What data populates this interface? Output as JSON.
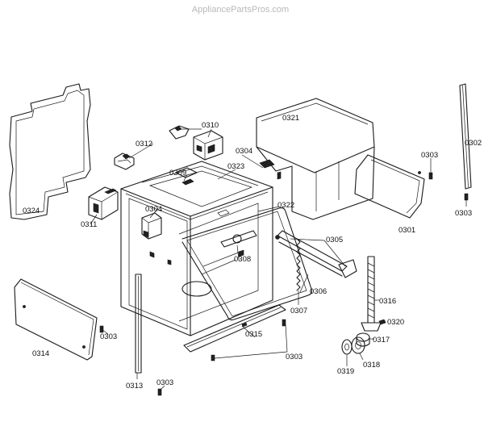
{
  "watermark": "AppliancePartsPros.com",
  "colors": {
    "line": "#1a1a1a",
    "watermark": "#b8b8b8",
    "background": "#ffffff"
  },
  "labels": {
    "p0324": "0324",
    "p0312": "0312",
    "p0310": "0310",
    "p0309": "0309",
    "p0323": "0323",
    "p0304a": "0304",
    "p0304b": "0304",
    "p0311": "0311",
    "p0321": "0321",
    "p0322": "0322",
    "p0308": "0308",
    "p0305": "0305",
    "p0306": "0306",
    "p0307": "0307",
    "p0301": "0301",
    "p0303a": "0303",
    "p0303b": "0303",
    "p0303c": "0303",
    "p0303d": "0303",
    "p0303e": "0303",
    "p0302": "0302",
    "p0314": "0314",
    "p0313": "0313",
    "p0315": "0315",
    "p0316": "0316",
    "p0317": "0317",
    "p0318": "0318",
    "p0319": "0319",
    "p0320": "0320"
  }
}
